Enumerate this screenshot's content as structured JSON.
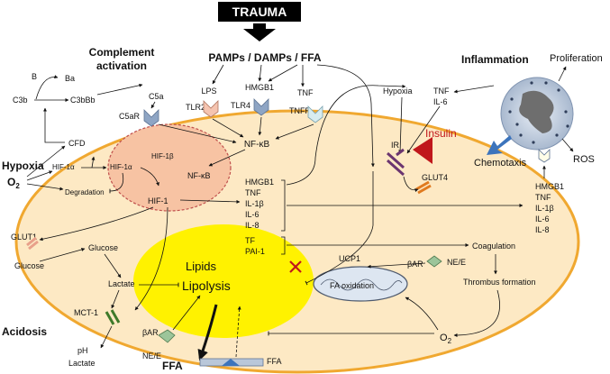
{
  "header": {
    "trauma": "TRAUMA"
  },
  "triggers": {
    "line": "PAMPs / DAMPs / FFA"
  },
  "complement": {
    "title_line1": "Complement",
    "title_line2": "activation",
    "b": "B",
    "ba": "Ba",
    "c3b": "C3b",
    "c3bbb": "C3bBb",
    "c5a": "C5a",
    "c5ar": "C5aR",
    "cfd": "CFD"
  },
  "receptors": {
    "lps": "LPS",
    "tlr2": "TLR2",
    "hmgb1": "HMGB1",
    "tlr4": "TLR4",
    "tnf": "TNF",
    "tnfr": "TNFR"
  },
  "hypoxia_side": {
    "hypoxia": "Hypoxia",
    "o2": "O",
    "o2_sub": "2",
    "hif1a_left": "HIF-1α",
    "hif1a_right": "HIF-1α",
    "hif1b": "HIF-1β",
    "degradation": "Degradation",
    "hif1": "HIF-1"
  },
  "nfkb": {
    "top": "NF-κB",
    "inner": "NF-κB"
  },
  "cytokines": {
    "list": [
      "HMGB1",
      "TNF",
      "IL-1β",
      "IL-6",
      "IL-8"
    ],
    "tf": "TF",
    "pai1": "PAI-1"
  },
  "top_right": {
    "hypoxia": "Hypoxia",
    "tnf": "TNF",
    "il6": "IL-6",
    "inflammation": "Inflammation",
    "proliferation": "Proliferation",
    "chemotaxis": "Chemotaxis",
    "ros": "ROS"
  },
  "insulin": {
    "ir": "IR",
    "insulin": "Insulin",
    "glut4": "GLUT4"
  },
  "right_list": [
    "HMGB1",
    "TNF",
    "IL-1β",
    "IL-6",
    "IL-8"
  ],
  "coag": {
    "coagulation": "Coagulation",
    "thrombus": "Thrombus formation"
  },
  "metab": {
    "glut1": "GLUT1",
    "glucose_out": "Glucose",
    "glucose_in": "Glucose",
    "lactate": "Lactate",
    "mct1": "MCT-1",
    "acidosis": "Acidosis",
    "ph": "pH",
    "lactate_out": "Lactate",
    "bar_left": "βAR",
    "nee_left": "NE/E"
  },
  "lipids": {
    "lipids": "Lipids",
    "lipolysis": "Lipolysis",
    "ffa_bottom": "FFA",
    "ffa_channel": "FFA"
  },
  "mito": {
    "ucp1": "UCP1",
    "fa_ox": "FA oxidation",
    "bar_right": "βAR",
    "nee_right": "NE/E",
    "o2": "O",
    "o2_sub": "2"
  },
  "colors": {
    "cell_fill": "#FDE9C4",
    "cell_stroke": "#F0A830",
    "hif_fill": "#F7C3A3",
    "hif_stroke": "#C0504D",
    "lipid_fill": "#FFF200",
    "insulin_red": "#C0171B",
    "cell_grey": "#B9C7D9",
    "chemotaxis_blue": "#3C74BC"
  }
}
